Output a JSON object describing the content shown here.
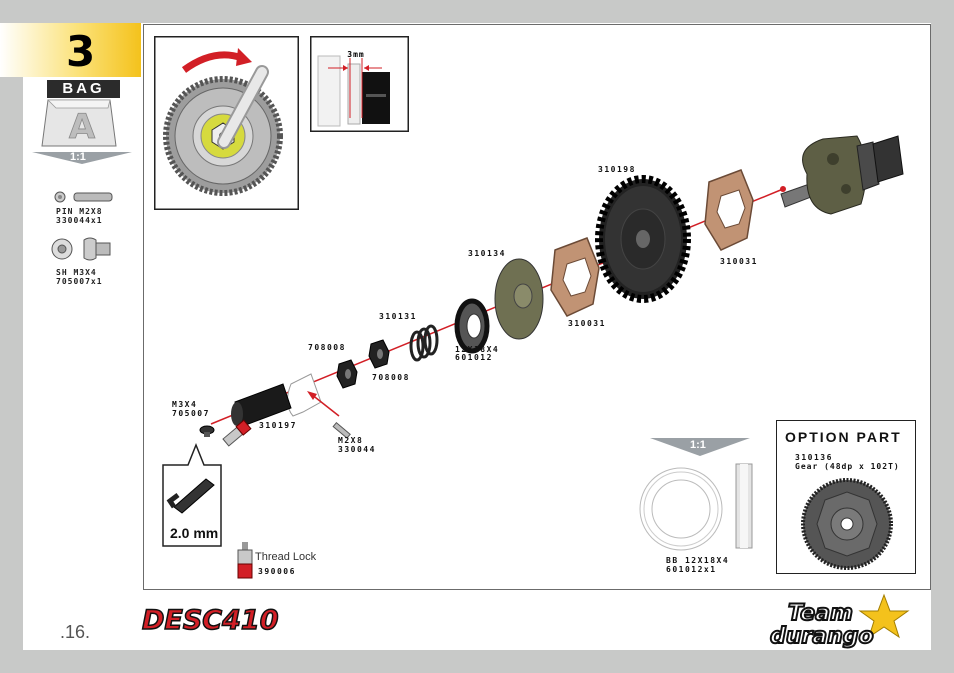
{
  "step": {
    "number": "3"
  },
  "bag": {
    "label": "BAG",
    "letter": "A",
    "scale": "1:1"
  },
  "sidebar_parts": [
    {
      "name": "PIN M2X8",
      "code": "330044x1"
    },
    {
      "name": "SH M3X4",
      "code": "705007x1"
    }
  ],
  "inset_dim": {
    "label": "3mm"
  },
  "parts": {
    "p310198": "310198",
    "p310031_right": "310031",
    "p310134": "310134",
    "p310031_left": "310031",
    "p310131": "310131",
    "p12x18": "12X18X4",
    "p601012": "601012",
    "p708008_top": "708008",
    "p708008_bottom": "708008",
    "p310197": "310197",
    "pm3x4": "M3X4",
    "p705007": "705007",
    "pm2x8": "M2X8",
    "p330044": "330044"
  },
  "tool": {
    "size": "2.0 mm"
  },
  "thread_lock": {
    "label": "Thread Lock",
    "code": "390006"
  },
  "bearing_detail": {
    "scale": "1:1",
    "name": "BB 12X18X4",
    "code": "601012x1"
  },
  "option": {
    "title": "OPTION PART",
    "code": "310136",
    "desc": "Gear (48dp x 102T)"
  },
  "footer": {
    "page": ".16.",
    "logo_left": "DESC410",
    "logo_right_line1": "Team",
    "logo_right_line2": "durango"
  },
  "colors": {
    "accent_red": "#d21f26",
    "tab_yellow": "#f4c21c",
    "pad_brown": "#b47a55",
    "olive": "#6a6b4d"
  }
}
